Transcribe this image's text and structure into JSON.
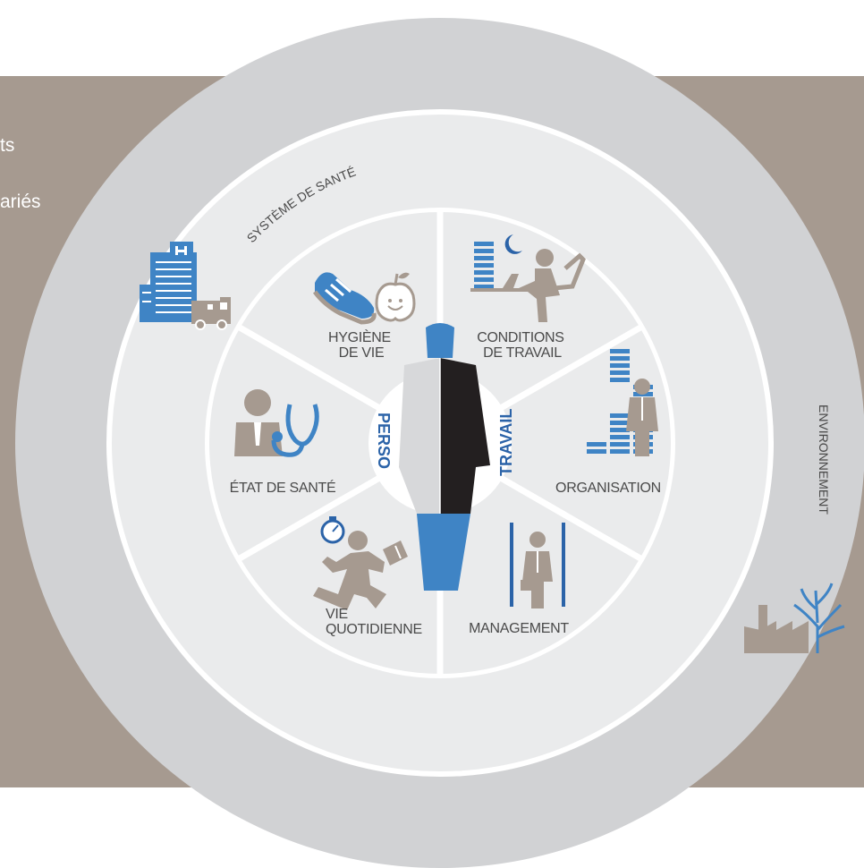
{
  "background": {
    "band_color": "#a69a90",
    "partial_lines": [
      "ts",
      "ariés"
    ]
  },
  "rings": {
    "outer_color": "#d1d2d4",
    "inner_color": "#eaebec",
    "separator_color": "#ffffff",
    "system_label": "SYSTÈME DE SANTÉ",
    "environment_label": "ENVIRONNEMENT"
  },
  "center": {
    "left_axis": "PERSO",
    "right_axis": "TRAVAIL"
  },
  "segments": {
    "hygiene": [
      "HYGIÈNE",
      "DE VIE"
    ],
    "conditions": [
      "CONDITIONS",
      "DE TRAVAIL"
    ],
    "organisation": [
      "ORGANISATION"
    ],
    "management": [
      "MANAGEMENT"
    ],
    "vie_quotidienne": [
      "VIE",
      "QUOTIDIENNE"
    ],
    "etat_sante": [
      "ÉTAT DE SANTÉ"
    ]
  },
  "icons": {
    "hospital": "hospital-icon",
    "ambulance": "ambulance-icon",
    "sneaker": "sneaker-icon",
    "apple": "apple-icon",
    "office_worker": "office-worker-icon",
    "org_chart": "org-chart-icon",
    "manager": "manager-icon",
    "runner": "runner-icon",
    "doctor": "doctor-icon",
    "stethoscope": "stethoscope-icon",
    "factory": "factory-icon",
    "tree": "tree-icon",
    "person": "person-figure-icon"
  },
  "colors": {
    "accent_blue": "#2b63a8",
    "icon_blue": "#3f84c5",
    "icon_brown": "#a69a90",
    "dark": "#231f20",
    "suit_light": "#d7d8da"
  }
}
